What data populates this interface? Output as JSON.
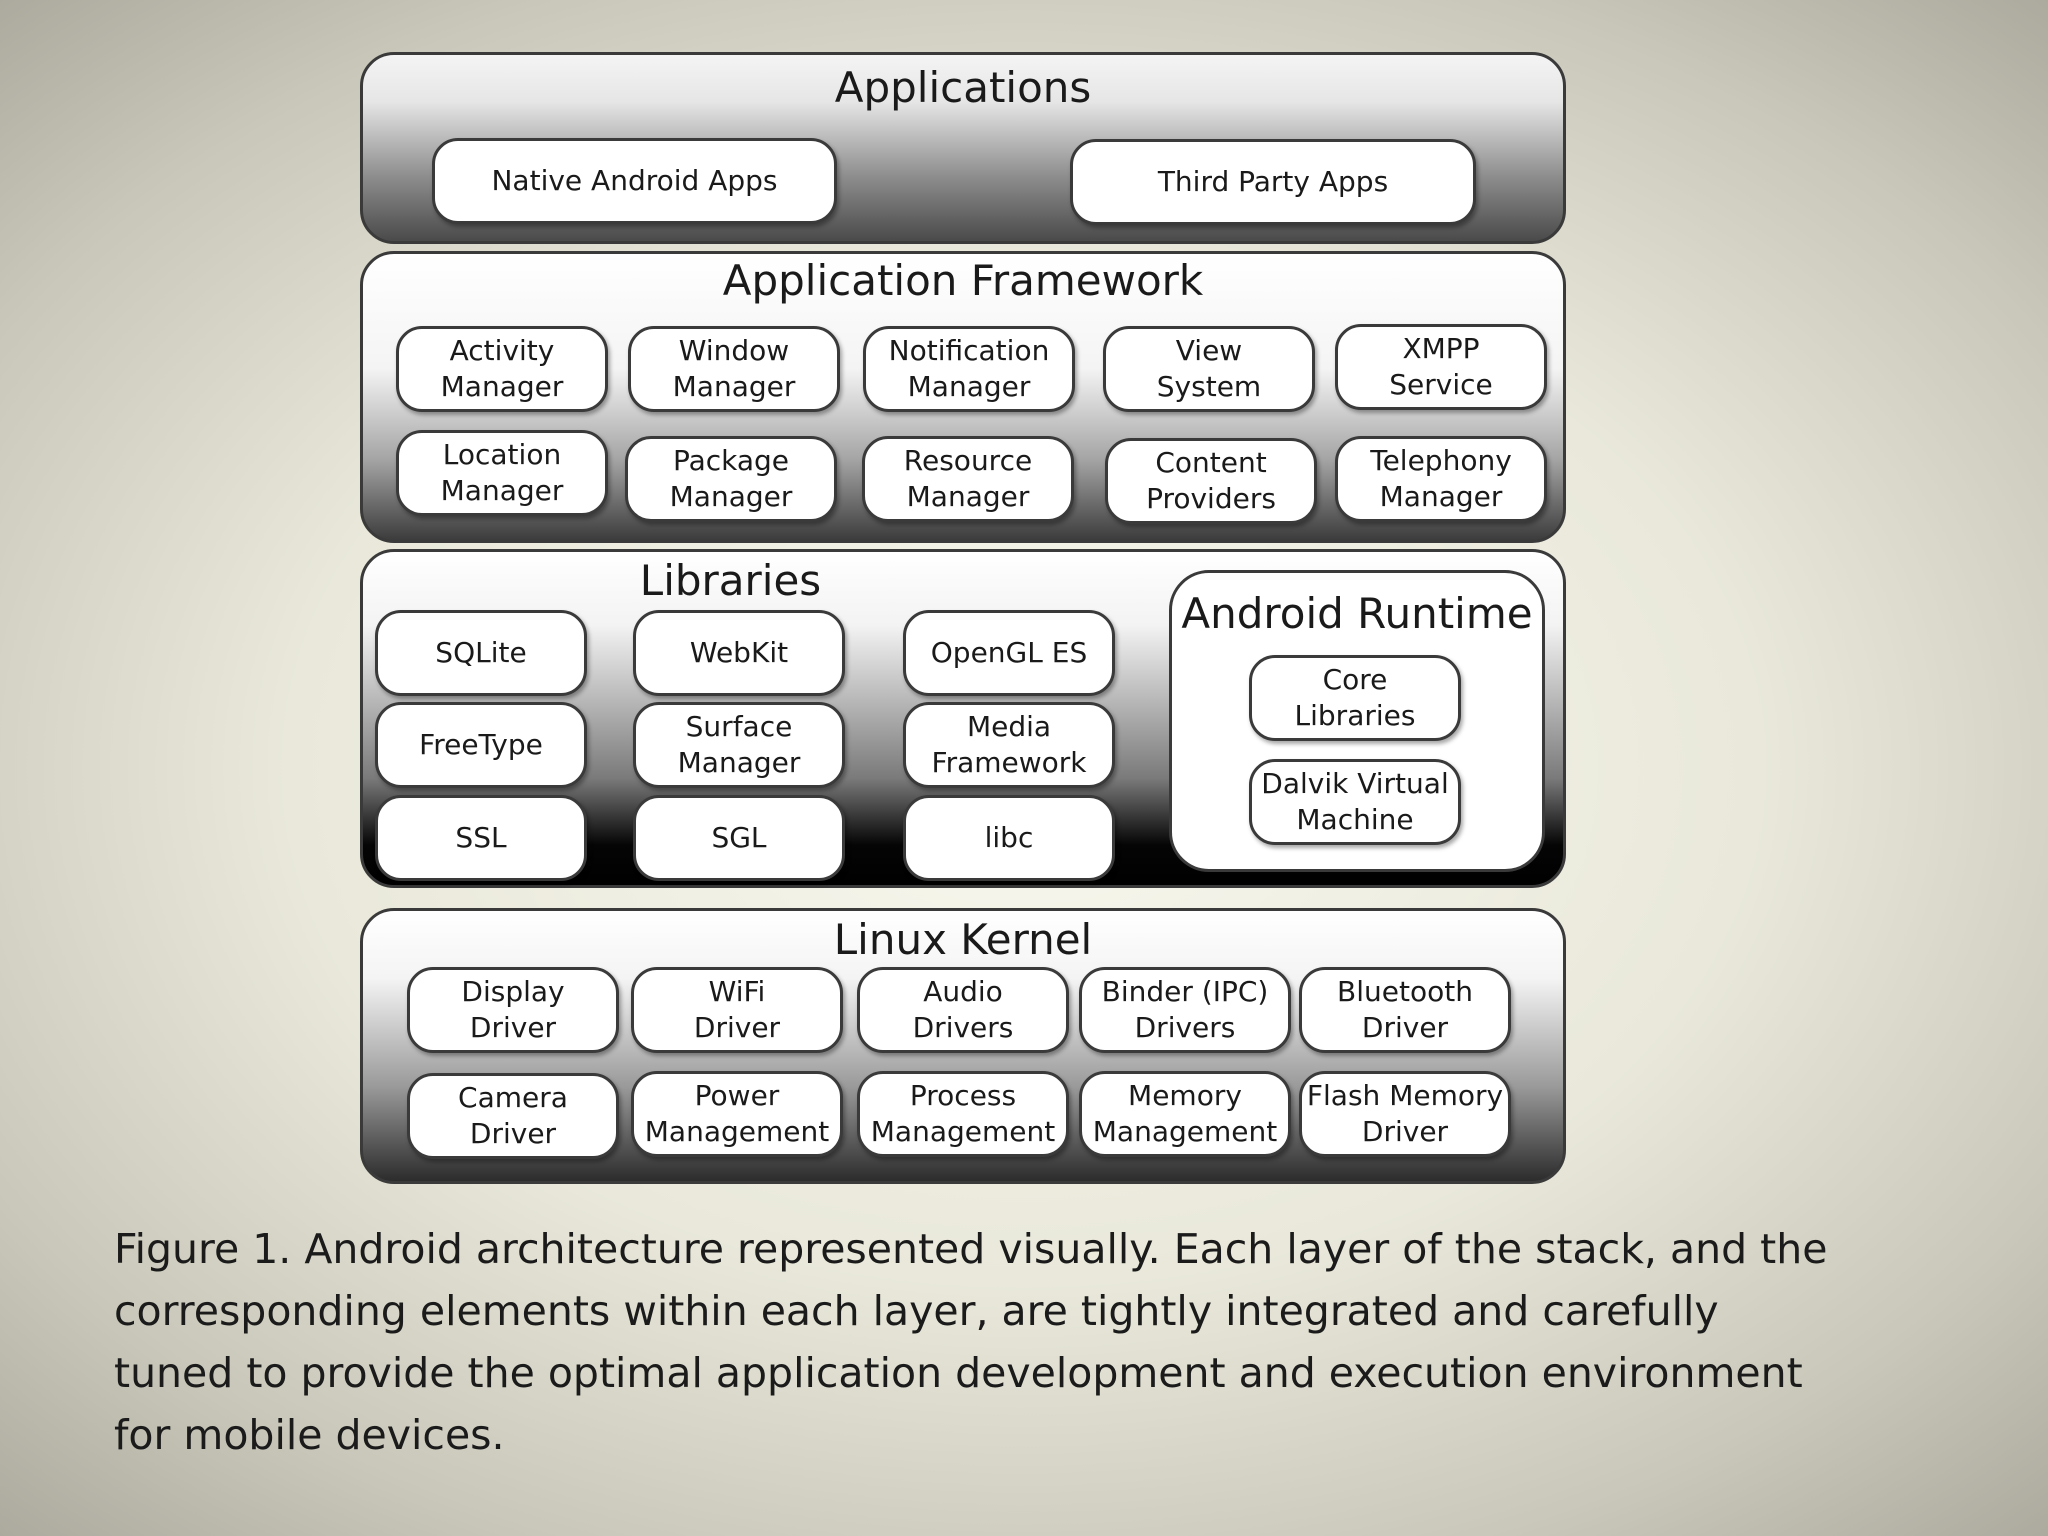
{
  "applications": {
    "title": "Applications",
    "items": [
      "Native Android Apps",
      "Third Party Apps"
    ]
  },
  "framework": {
    "title": "Application Framework",
    "items": [
      "Activity\nManager",
      "Window\nManager",
      "Notification\nManager",
      "View\nSystem",
      "XMPP\nService",
      "Location\nManager",
      "Package\nManager",
      "Resource\nManager",
      "Content\nProviders",
      "Telephony\nManager"
    ]
  },
  "libraries": {
    "title": "Libraries",
    "items": [
      "SQLite",
      "WebKit",
      "OpenGL ES",
      "FreeType",
      "Surface\nManager",
      "Media\nFramework",
      "SSL",
      "SGL",
      "libc"
    ]
  },
  "runtime": {
    "title": "Android Runtime",
    "items": [
      "Core\nLibraries",
      "Dalvik Virtual\nMachine"
    ]
  },
  "kernel": {
    "title": "Linux Kernel",
    "items": [
      "Display\nDriver",
      "WiFi\nDriver",
      "Audio\nDrivers",
      "Binder (IPC)\nDrivers",
      "Bluetooth\nDriver",
      "Camera\nDriver",
      "Power\nManagement",
      "Process\nManagement",
      "Memory\nManagement",
      "Flash Memory\nDriver"
    ]
  },
  "caption": "Figure 1. Android architecture represented visually. Each layer of the stack, and the corresponding elements within each layer, are tightly integrated and carefully tuned to provide the optimal application development and execution environment for mobile devices."
}
